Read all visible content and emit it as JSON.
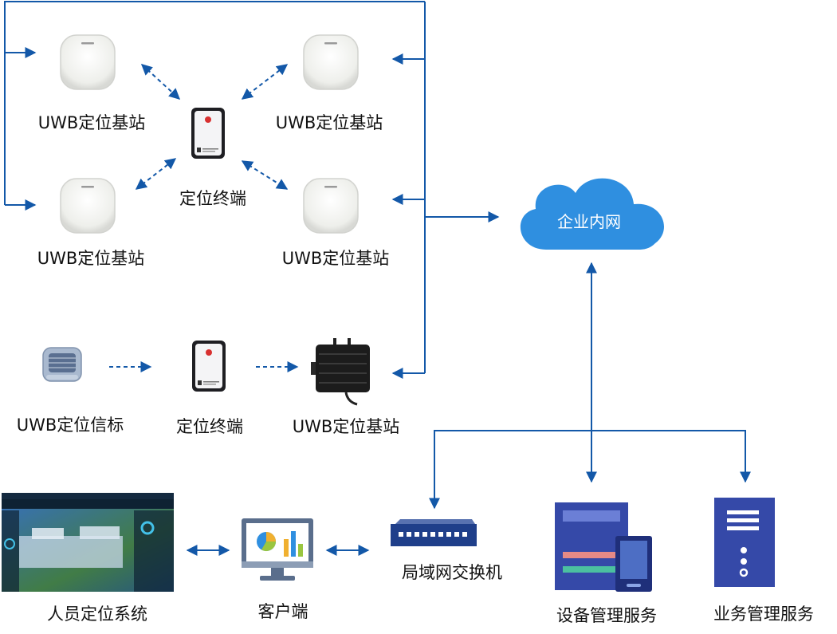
{
  "labels": {
    "station_tl": "UWB定位基站",
    "station_tr": "UWB定位基站",
    "station_bl": "UWB定位基站",
    "station_br": "UWB定位基站",
    "terminal_top": "定位终端",
    "beacon": "UWB定位信标",
    "terminal_bottom": "定位终端",
    "outdoor_station": "UWB定位基站",
    "cloud": "企业内网",
    "positioning_system": "人员定位系统",
    "client": "客户端",
    "switch": "局域网交换机",
    "device_mgmt": "设备管理服务",
    "business_mgmt": "业务管理服务"
  },
  "colors": {
    "line": "#1358a8",
    "cloud": "#2f8fe0",
    "station_body": "#f2f3f0",
    "server_blue": "#3549a8",
    "switch_blue": "#1f3f8a"
  },
  "icons": {
    "station": "ap-dome-icon",
    "terminal": "tag-device-icon",
    "beacon": "beacon-icon",
    "outdoor_station": "outdoor-ap-icon",
    "cloud": "cloud-icon",
    "monitor": "monitor-chart-icon",
    "switch": "network-switch-icon",
    "server": "server-icon"
  }
}
